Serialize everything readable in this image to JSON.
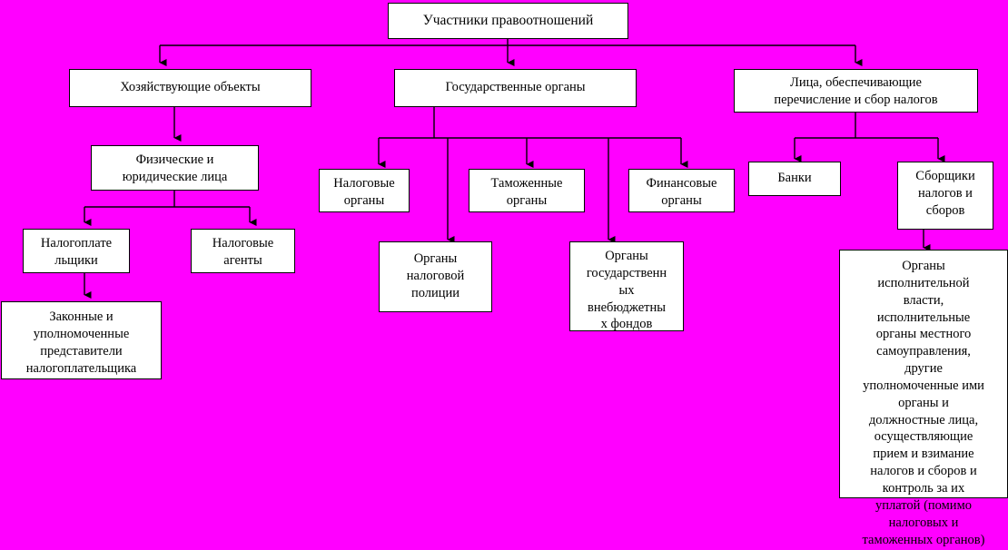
{
  "diagram": {
    "title": "Участники правоотношений",
    "background_color": "#FF00FF",
    "box_fill": "#FFFFFF",
    "line_color": "#000000",
    "nodes": {
      "root": "Участники правоотношений",
      "branch1": "Хозяйствующие объекты",
      "branch2": "Государственные органы",
      "branch3": "Лица, обеспечивающие\nперечисление и сбор налогов",
      "b1_child1": "Физические и\nюридические лица",
      "b1_leaf1": "Налогоплате\nльщики",
      "b1_leaf2": "Налоговые\nагенты",
      "b1_leaf1_child": "Законные и\nуполномоченные\nпредставители\nналогоплательщика",
      "b2_leaf1": "Налоговые\nорганы",
      "b2_leaf2": "Таможенные\nорганы",
      "b2_leaf3": "Финансовые\nорганы",
      "b2_leaf1_child": "Органы\nналоговой\nполиции",
      "b2_leaf2_child": "Органы\nгосударственн\nых\nвнебюджетны\nх фондов",
      "b3_leaf1": "Банки",
      "b3_leaf2": "Сборщики\nналогов и\nсборов",
      "b3_leaf2_child": "Органы\nисполнительной\nвласти,\nисполнительные\nорганы местного\nсамоуправления,\nдругие\nуполномоченные ими\nорганы и\nдолжностные лица,\nосуществляющие\nприем и взимание\nналогов и сборов и\nконтроль за их\nуплатой (помимо\nналоговых и\nтаможенных органов)"
    }
  }
}
